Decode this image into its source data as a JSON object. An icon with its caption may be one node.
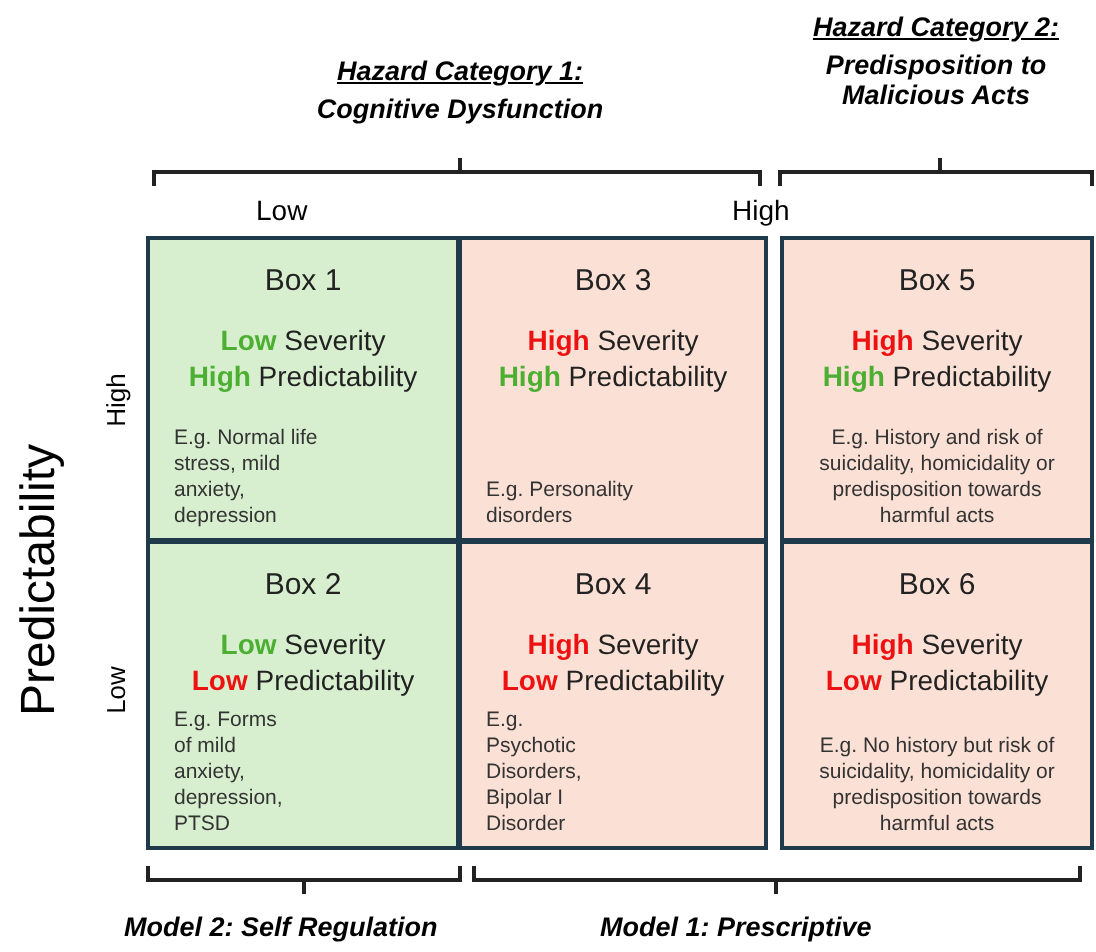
{
  "diagram": {
    "nodes": [
      {
        "text": [
          "Box 1",
          "Low Severity",
          "High Predictability",
          "E.g. Normal life stress, mild anxiety, depression"
        ]
      },
      {
        "text": [
          "Box 2",
          "Low Severity",
          "Low Predictability",
          "E.g. Forms of mild anxiety, depression, PTSD"
        ]
      },
      {
        "text": [
          "Box 3",
          "High Severity",
          "High Predictability",
          "E.g. Personality disorders"
        ]
      },
      {
        "text": [
          "Box 4",
          "High Severity",
          "Low Predictability",
          "E.g. Psychotic Disorders, Bipolar I Disorder"
        ]
      },
      {
        "text": [
          "Box 5",
          "High Severity",
          "High Predictability",
          "E.g. History and risk of suicidality, homicidality or predisposition towards harmful acts"
        ]
      },
      {
        "text": [
          "Box 6",
          "High Severity",
          "Low Predictability",
          "E.g. No history but risk of suicidality, homicidality or predisposition towards harmful acts"
        ]
      }
    ],
    "edges": [],
    "labels": [
      "Hazard Category 2:",
      "Predisposition to Malicious Acts",
      "Hazard Category 1:",
      "Cognitive Dysfunction",
      "Low",
      "High",
      "Predictability",
      "High",
      "Low",
      "Model 2: Self Regulation",
      "Model 1: Prescriptive"
    ]
  }
}
